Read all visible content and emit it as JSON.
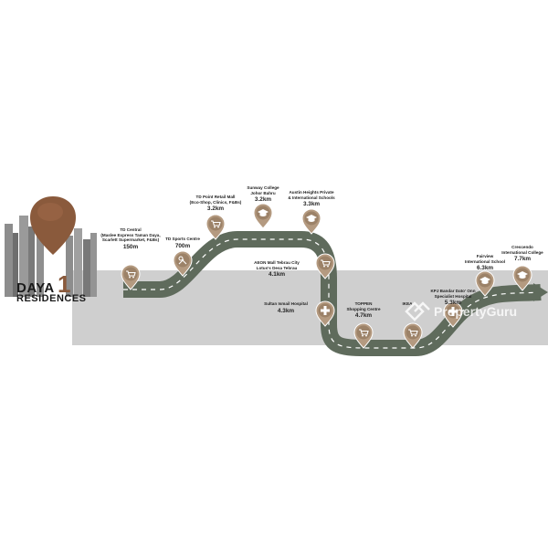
{
  "brand": {
    "line1": "DAYA",
    "numeral": "1",
    "line2": "RESIDENCES",
    "colors": {
      "dark": "#1a1a1a",
      "bronze": "#8a5a3c",
      "buildings": "#8d8d8d"
    }
  },
  "route": {
    "road_color": "#5f6b5c",
    "dash_color": "#ffffff",
    "band_color": "#cfcfcf",
    "pin_color": "#b49a80"
  },
  "landmarks": [
    {
      "name": "TD Central\n(Maslee Express Taman Daya,\nScarlett Supermarket, F&Bs)",
      "distance": "150m",
      "icon": "cart-icon"
    },
    {
      "name": "TD Sports Centre",
      "distance": "700m",
      "icon": "sports-icon"
    },
    {
      "name": "TD Point Retail Mall\n(Eco-Shop, Clinics, F&Bs)",
      "distance": "3.2km",
      "icon": "cart-icon"
    },
    {
      "name": "Sunway College\nJohor Bahru",
      "distance": "3.2km",
      "icon": "graduation-cap-icon"
    },
    {
      "name": "Austin Heights Private\n& International Schools",
      "distance": "3.3km",
      "icon": "graduation-cap-icon"
    },
    {
      "name": "AEON Mall Tebrau City\nLotus's Desa Tebrau",
      "distance": "4.1km",
      "icon": "cart-icon"
    },
    {
      "name": "Sultan Ismail Hospital",
      "distance": "4.3km",
      "icon": "medical-cross-icon"
    },
    {
      "name": "TOPPEN\nShopping Centre",
      "distance": "4.7km",
      "icon": "cart-icon"
    },
    {
      "name": "IKEA",
      "distance": "",
      "icon": "cart-icon"
    },
    {
      "name": "KPJ Bandar Dato' Onn\nSpecialist Hospital",
      "distance": "5.3km",
      "icon": "medical-cross-icon"
    },
    {
      "name": "Fairview\nInternational School",
      "distance": "6.3km",
      "icon": "graduation-cap-icon"
    },
    {
      "name": "Crescendo\nInternational College",
      "distance": "7.7km",
      "icon": "graduation-cap-icon"
    }
  ],
  "watermark": {
    "text": "PropertyGuru",
    "icon": "propertyguru-logo-icon"
  }
}
